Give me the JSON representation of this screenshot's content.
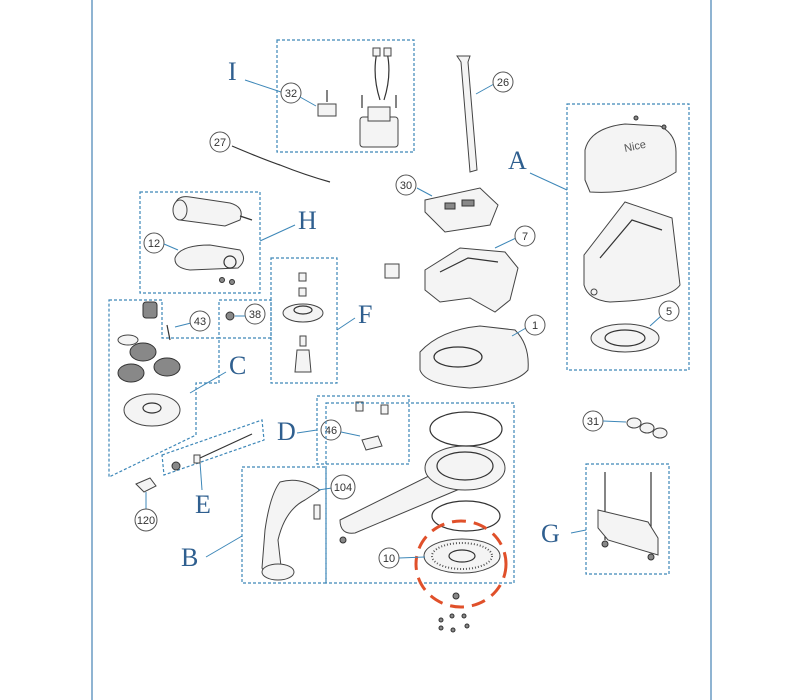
{
  "groups": {
    "I": "I",
    "A": "A",
    "H": "H",
    "F": "F",
    "C": "C",
    "D": "D",
    "E": "E",
    "B": "B",
    "G": "G"
  },
  "callouts": {
    "c32": "32",
    "c26": "26",
    "c27": "27",
    "c30": "30",
    "c7": "7",
    "c12": "12",
    "c5": "5",
    "c1": "1",
    "c38": "38",
    "c43": "43",
    "c46": "46",
    "c31": "31",
    "c104": "104",
    "c10": "10",
    "c120": "120"
  },
  "colors": {
    "frame": "#3d87b8",
    "letters": "#2f5f8f",
    "highlight": "#e0502a"
  },
  "branding": {
    "cover_logo": "Nice"
  }
}
